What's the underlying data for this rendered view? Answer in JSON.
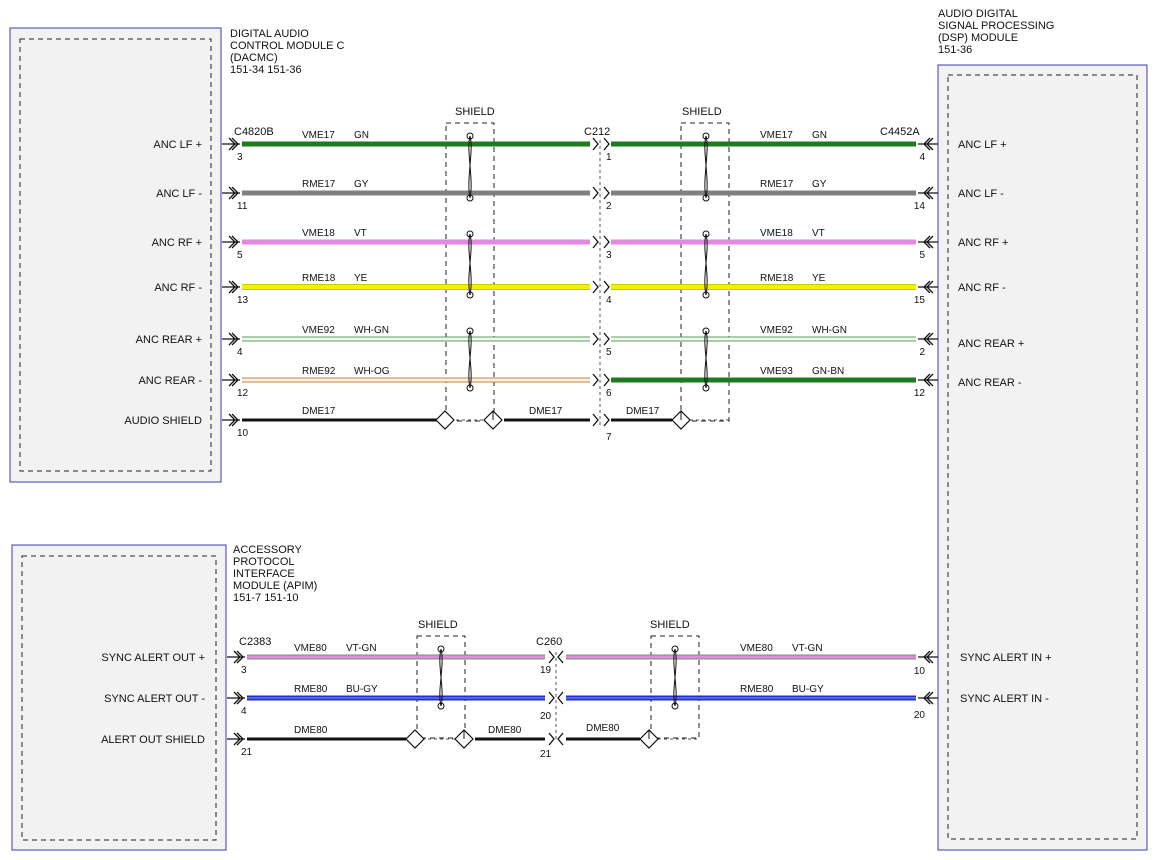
{
  "modules": {
    "dacmc": {
      "lines": [
        "DIGITAL AUDIO",
        "CONTROL MODULE C",
        "(DACMC)",
        "151-34  151-36"
      ]
    },
    "dsp": {
      "lines": [
        "AUDIO DIGITAL",
        "SIGNAL PROCESSING",
        "(DSP) MODULE",
        "151-36"
      ]
    },
    "apim": {
      "lines": [
        "ACCESSORY",
        "PROTOCOL",
        "INTERFACE",
        "MODULE (APIM)",
        "151-7    151-10"
      ]
    }
  },
  "connectors": {
    "c4820b": "C4820B",
    "c212": "C212",
    "c4452a": "C4452A",
    "c2383": "C2383",
    "c260": "C260"
  },
  "shield_label": "SHIELD",
  "top_pins": {
    "left": [
      "ANC LF +",
      "ANC LF -",
      "ANC RF +",
      "ANC RF -",
      "ANC REAR +",
      "ANC REAR -",
      "AUDIO SHIELD"
    ],
    "right": [
      "ANC LF +",
      "ANC LF -",
      "ANC RF +",
      "ANC RF -",
      "ANC REAR +",
      "ANC REAR -"
    ],
    "left_num": [
      "3",
      "11",
      "5",
      "13",
      "4",
      "12",
      "10"
    ],
    "mid_num": [
      "1",
      "2",
      "3",
      "4",
      "5",
      "6",
      "7"
    ],
    "right_num": [
      "4",
      "14",
      "5",
      "15",
      "2",
      "12"
    ]
  },
  "top_wires": [
    {
      "l_circuit": "VME17",
      "l_color": "GN",
      "r_circuit": "VME17",
      "r_color": "GN"
    },
    {
      "l_circuit": "RME17",
      "l_color": "GY",
      "r_circuit": "RME17",
      "r_color": "GY"
    },
    {
      "l_circuit": "VME18",
      "l_color": "VT",
      "r_circuit": "VME18",
      "r_color": "VT"
    },
    {
      "l_circuit": "RME18",
      "l_color": "YE",
      "r_circuit": "RME18",
      "r_color": "YE"
    },
    {
      "l_circuit": "VME92",
      "l_color": "WH-GN",
      "r_circuit": "VME92",
      "r_color": "WH-GN"
    },
    {
      "l_circuit": "RME92",
      "l_color": "WH-OG",
      "r_circuit": "VME93",
      "r_color": "GN-BN"
    }
  ],
  "top_drain": {
    "a": "DME17",
    "b": "DME17",
    "c": "DME17"
  },
  "bottom_pins": {
    "left": [
      "SYNC ALERT OUT +",
      "SYNC ALERT OUT -",
      "ALERT OUT SHIELD"
    ],
    "right": [
      "SYNC ALERT IN +",
      "SYNC ALERT IN -"
    ],
    "left_num": [
      "3",
      "4",
      "21"
    ],
    "mid_num": [
      "19",
      "20",
      "21"
    ],
    "right_num": [
      "10",
      "20"
    ]
  },
  "bottom_wires": [
    {
      "l_circuit": "VME80",
      "l_color": "VT-GN",
      "r_circuit": "VME80",
      "r_color": "VT-GN"
    },
    {
      "l_circuit": "RME80",
      "l_color": "BU-GY",
      "r_circuit": "RME80",
      "r_color": "BU-GY"
    }
  ],
  "bottom_drain": {
    "a": "DME80",
    "b": "DME80",
    "c": "DME80"
  },
  "colors": {
    "module_border": "#3b3bb8",
    "module_fill": "#f2f2f2",
    "gn": "#1f7a1f",
    "gy": "#808080",
    "vt": "#e38ae0",
    "ye": "#f2f200",
    "wh": "#f4f4f4",
    "gn_stripe": "#5aa05a",
    "og_stripe": "#e0a040",
    "bu": "#1c2ed6",
    "vt_gn_stripe": "#6a9a6a",
    "bu_gy_stripe": "#a0a0c0",
    "black": "#111111"
  }
}
